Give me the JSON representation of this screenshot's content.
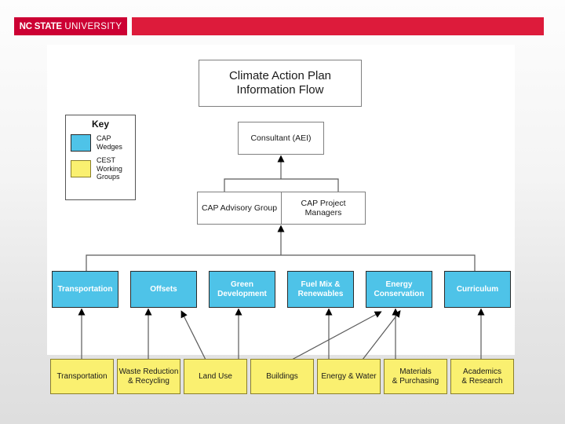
{
  "header": {
    "logo_bold": "NC STATE",
    "logo_light": " UNIVERSITY",
    "brand_color": "#cc0033",
    "bar_color": "#dd1b3b"
  },
  "diagram": {
    "title": "Climate Action Plan\nInformation Flow",
    "title_line1": "Climate Action Plan",
    "title_line2": "Information Flow",
    "consultant": "Consultant (AEI)",
    "advisory_group": "CAP Advisory Group",
    "project_managers": "CAP Project Managers"
  },
  "key": {
    "title": "Key",
    "items": [
      {
        "label_line1": "CAP",
        "label_line2": "Wedges",
        "label_line3": "",
        "color": "#4ec3e8"
      },
      {
        "label_line1": "CEST",
        "label_line2": "Working",
        "label_line3": "Groups",
        "color": "#faf070"
      }
    ]
  },
  "cap_wedges": [
    {
      "line1": "Transportation",
      "line2": ""
    },
    {
      "line1": "Offsets",
      "line2": ""
    },
    {
      "line1": "Green",
      "line2": "Development"
    },
    {
      "line1": "Fuel Mix &",
      "line2": "Renewables"
    },
    {
      "line1": "Energy",
      "line2": "Conservation"
    },
    {
      "line1": "Curriculum",
      "line2": ""
    }
  ],
  "cest_groups": [
    {
      "line1": "Transportation",
      "line2": ""
    },
    {
      "line1": "Waste Reduction",
      "line2": "& Recycling"
    },
    {
      "line1": "Land Use",
      "line2": ""
    },
    {
      "line1": "Buildings",
      "line2": ""
    },
    {
      "line1": "Energy & Water",
      "line2": ""
    },
    {
      "line1": "Materials",
      "line2": "& Purchasing"
    },
    {
      "line1": "Academics",
      "line2": "& Research"
    }
  ],
  "colors": {
    "cap_blue": "#4ec3e8",
    "cest_yellow": "#faf070",
    "connector": "#5a5a5a",
    "arrowhead": "#000000"
  }
}
